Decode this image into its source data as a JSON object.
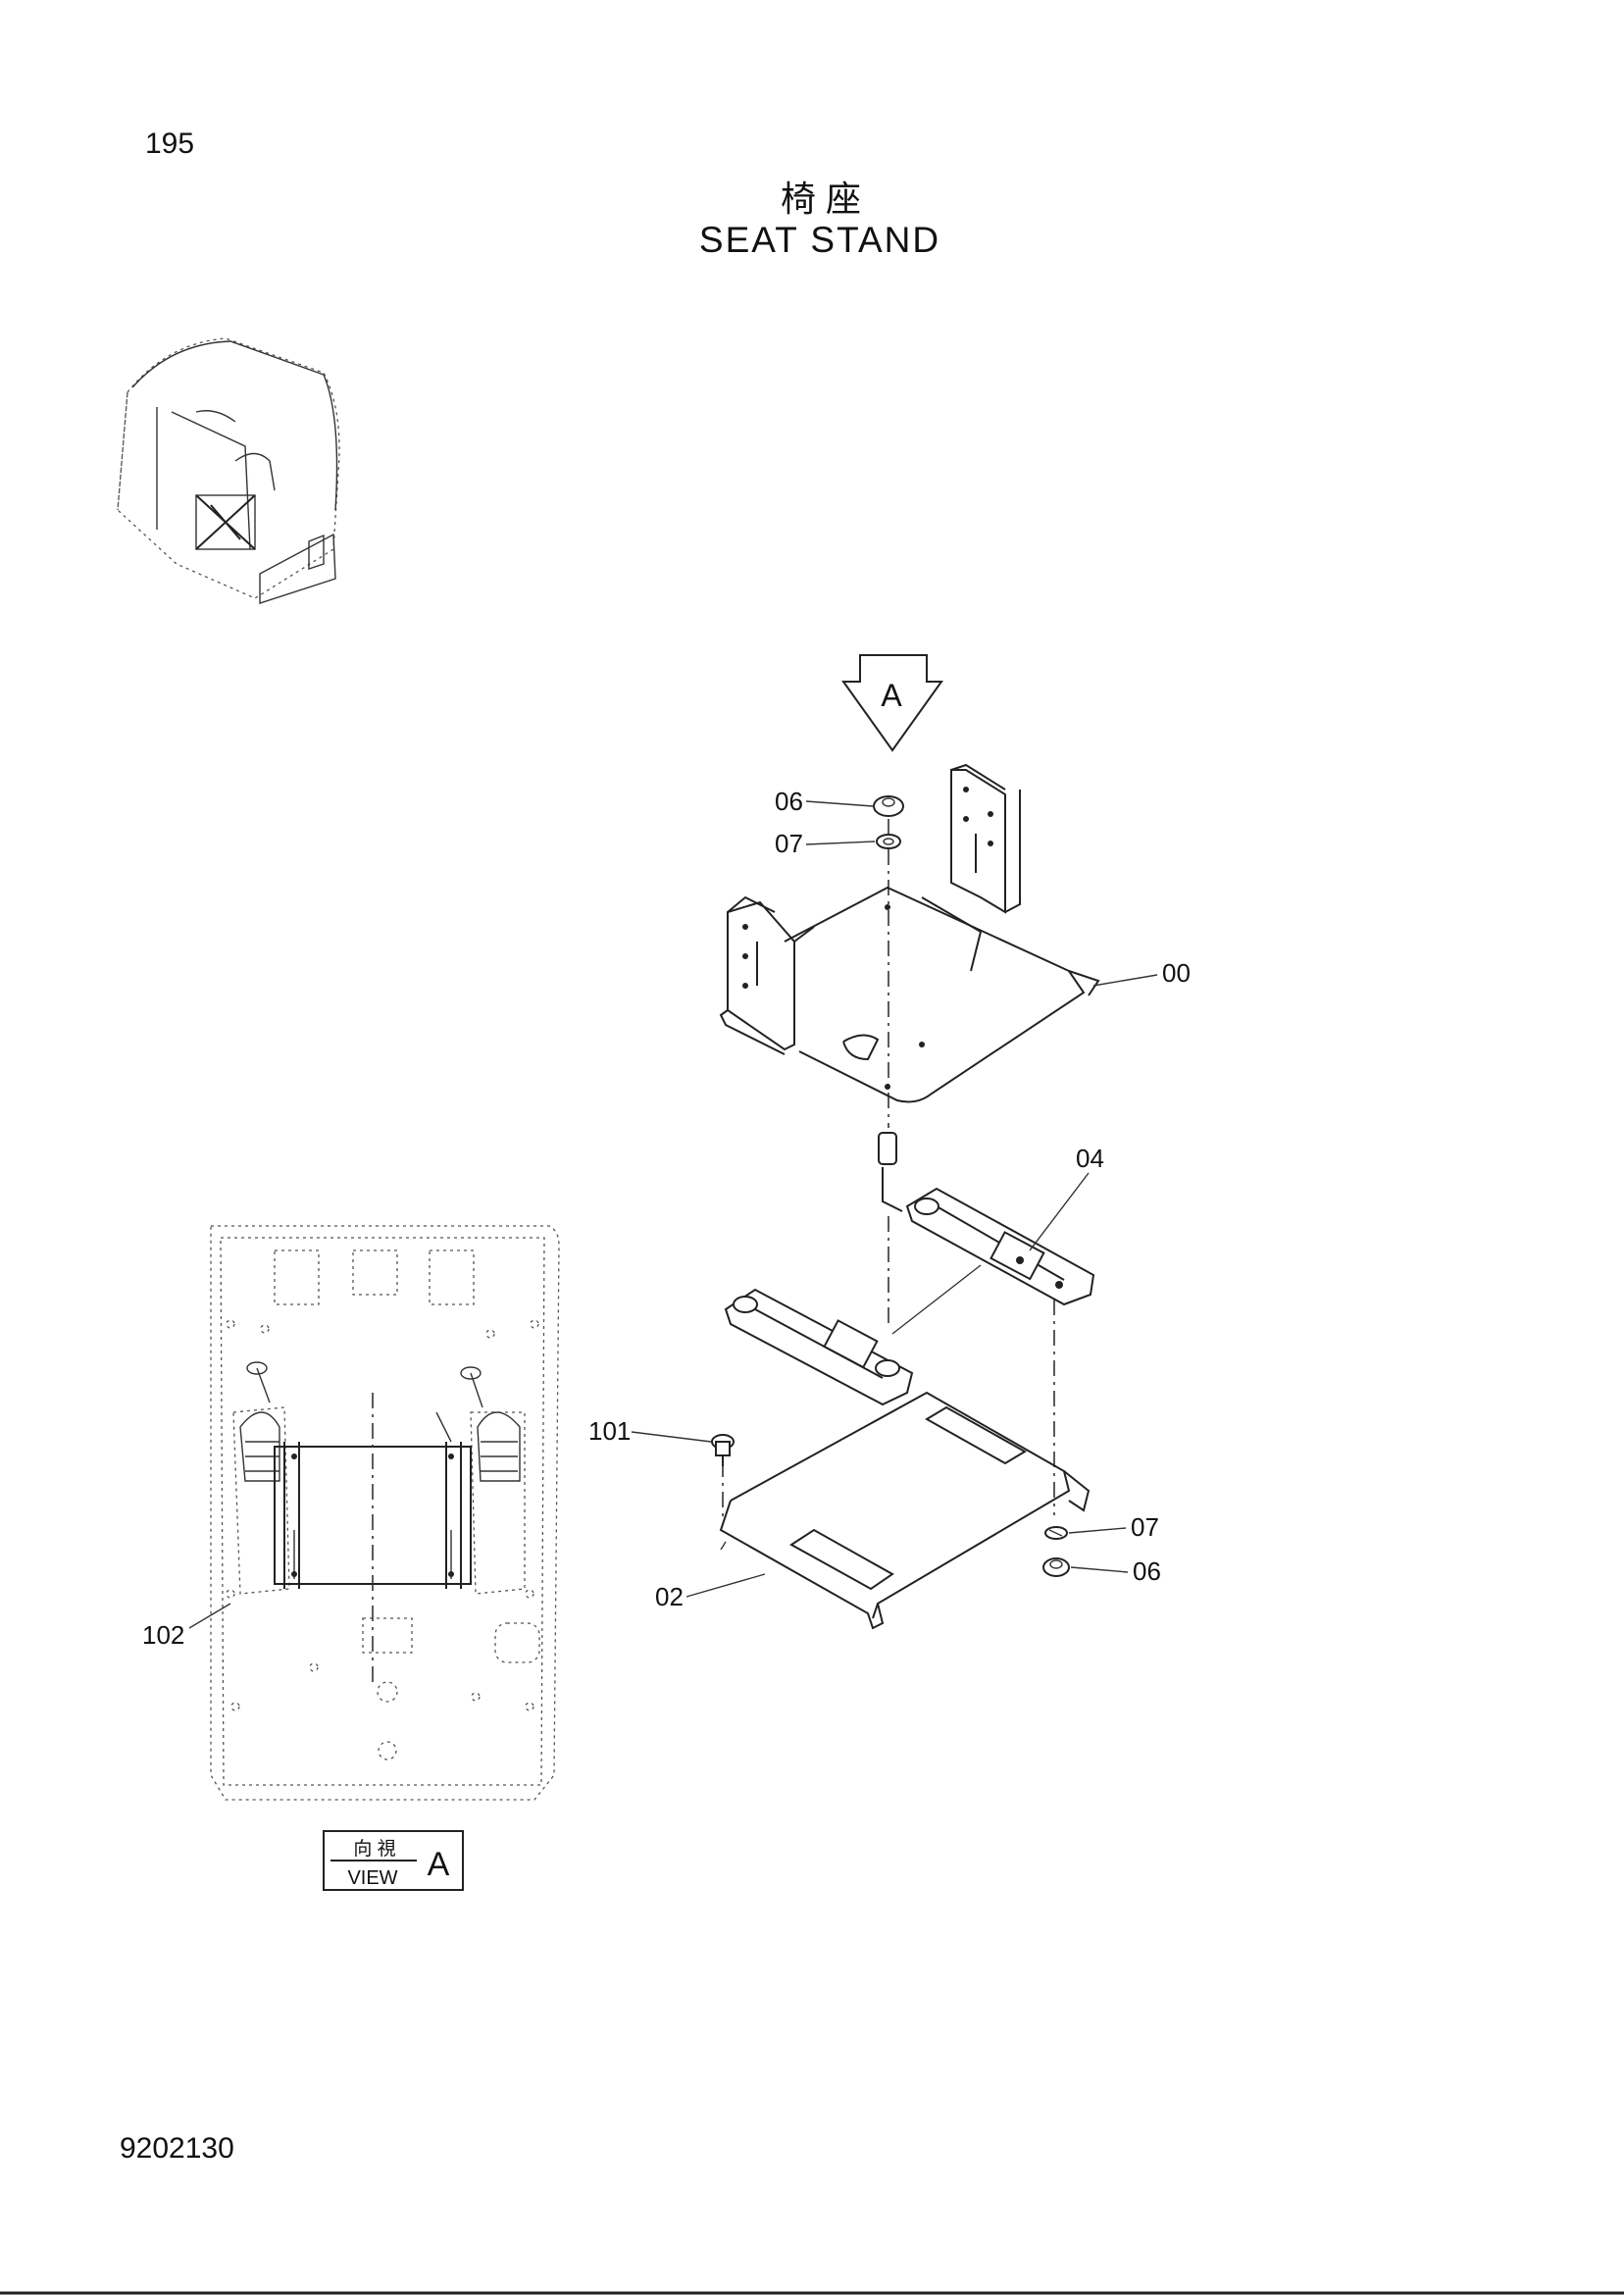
{
  "page": {
    "number": "195",
    "title_jp": "椅座",
    "title_en": "SEAT STAND",
    "document_code": "9202130"
  },
  "callouts": {
    "p00": "00",
    "p02": "02",
    "p04": "04",
    "p06_top": "06",
    "p07_top": "07",
    "p07_bottom": "07",
    "p06_bottom": "06",
    "p101": "101",
    "p102": "102"
  },
  "view_arrow": {
    "letter": "A"
  },
  "view_label": {
    "jp": "向 視",
    "en": "VIEW",
    "letter": "A"
  }
}
